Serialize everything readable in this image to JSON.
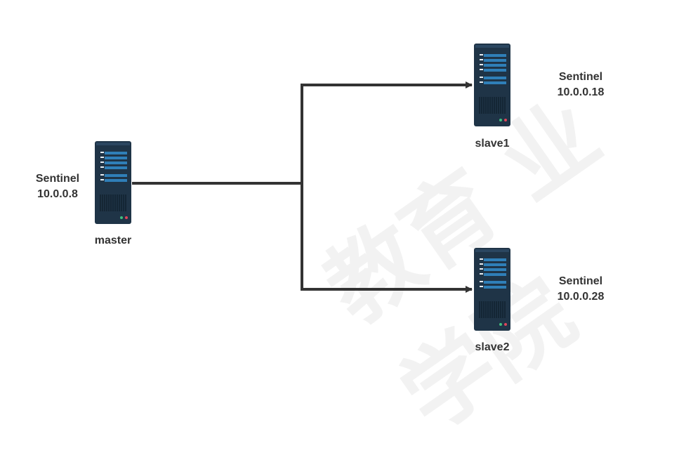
{
  "colors": {
    "line": "#333333",
    "server_body": "#1f3447",
    "server_bar": "#2f7fb8",
    "server_dash": "#e6eef5",
    "led_green": "#3fbf7f",
    "led_red": "#e0455a"
  },
  "nodes": {
    "master": {
      "name": "master",
      "sentinel_label": "Sentinel",
      "sentinel_ip": "10.0.0.8",
      "icon": "server-icon"
    },
    "slave1": {
      "name": "slave1",
      "sentinel_label": "Sentinel",
      "sentinel_ip": "10.0.0.18",
      "icon": "server-icon"
    },
    "slave2": {
      "name": "slave2",
      "sentinel_label": "Sentinel",
      "sentinel_ip": "10.0.0.28",
      "icon": "server-icon"
    }
  },
  "edges": [
    {
      "from": "master",
      "to": "slave1"
    },
    {
      "from": "master",
      "to": "slave2"
    }
  ],
  "watermark": "教育 业学院"
}
